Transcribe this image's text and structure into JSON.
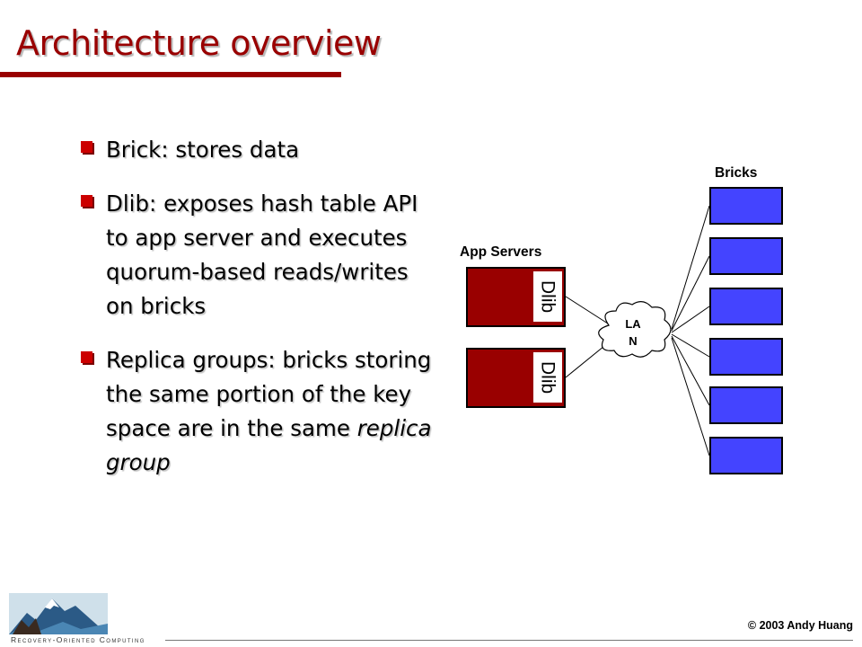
{
  "slide": {
    "title": "Architecture overview"
  },
  "bullets": [
    {
      "text": "Brick: stores data"
    },
    {
      "text": "Dlib: exposes hash table API to app server and executes quorum-based reads/writes on bricks"
    },
    {
      "text_main": "Replica groups: bricks storing the same portion of the key space are in the same ",
      "text_emphasis": "replica group"
    }
  ],
  "diagram": {
    "bricks_label": "Bricks",
    "app_servers_label": "App Servers",
    "dlib_label": "Dlib",
    "lan_line1": "LA",
    "lan_line2": "N",
    "app_server_count": 2,
    "brick_count": 6,
    "colors": {
      "app_server": "#990000",
      "brick": "#4444ff"
    }
  },
  "footer": {
    "logo_wordmark": "Recovery-Oriented Computing",
    "copyright": "© 2003 Andy Huang"
  },
  "theme": {
    "title_color": "#990000",
    "bullet_color": "#cc0000"
  }
}
